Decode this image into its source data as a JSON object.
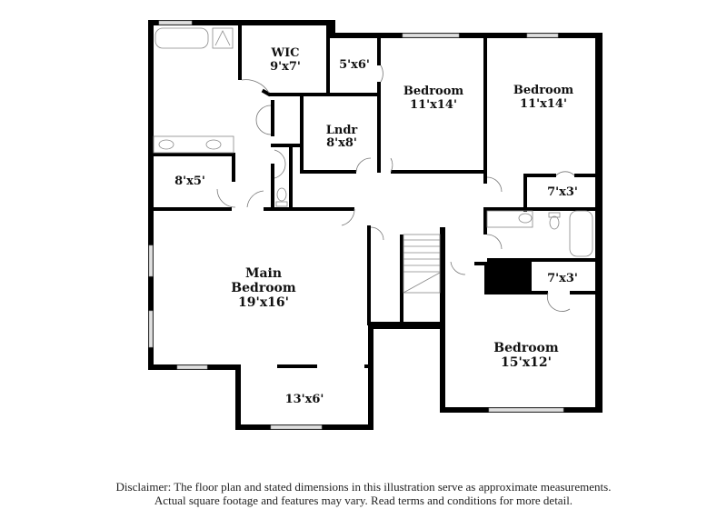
{
  "rooms": {
    "wic": {
      "name": "WIC",
      "dims": "9'x7'"
    },
    "closet_5x6": {
      "dims": "5'x6'"
    },
    "bedroom_2": {
      "name": "Bedroom",
      "dims": "11'x14'"
    },
    "bedroom_3": {
      "name": "Bedroom",
      "dims": "11'x14'"
    },
    "laundry": {
      "name": "Lndr",
      "dims": "8'x8'"
    },
    "bath_8x5": {
      "dims": "8'x5'"
    },
    "closet_7x3_upper": {
      "dims": "7'x3'"
    },
    "closet_7x3_lower": {
      "dims": "7'x3'"
    },
    "main_bedroom": {
      "name1": "Main",
      "name2": "Bedroom",
      "dims": "19'x16'"
    },
    "sitting_13x6": {
      "dims": "13'x6'"
    },
    "bedroom_4": {
      "name": "Bedroom",
      "dims": "15'x12'"
    }
  },
  "disclaimer": {
    "line1": "Disclaimer: The floor plan and stated dimensions in this illustration serve as approximate measurements.",
    "line2": "Actual square footage and features may vary. Read terms and conditions for more detail."
  },
  "colors": {
    "wall": "#000000",
    "window": "#d9d9d9",
    "fixture": "#888888",
    "background": "#ffffff"
  }
}
